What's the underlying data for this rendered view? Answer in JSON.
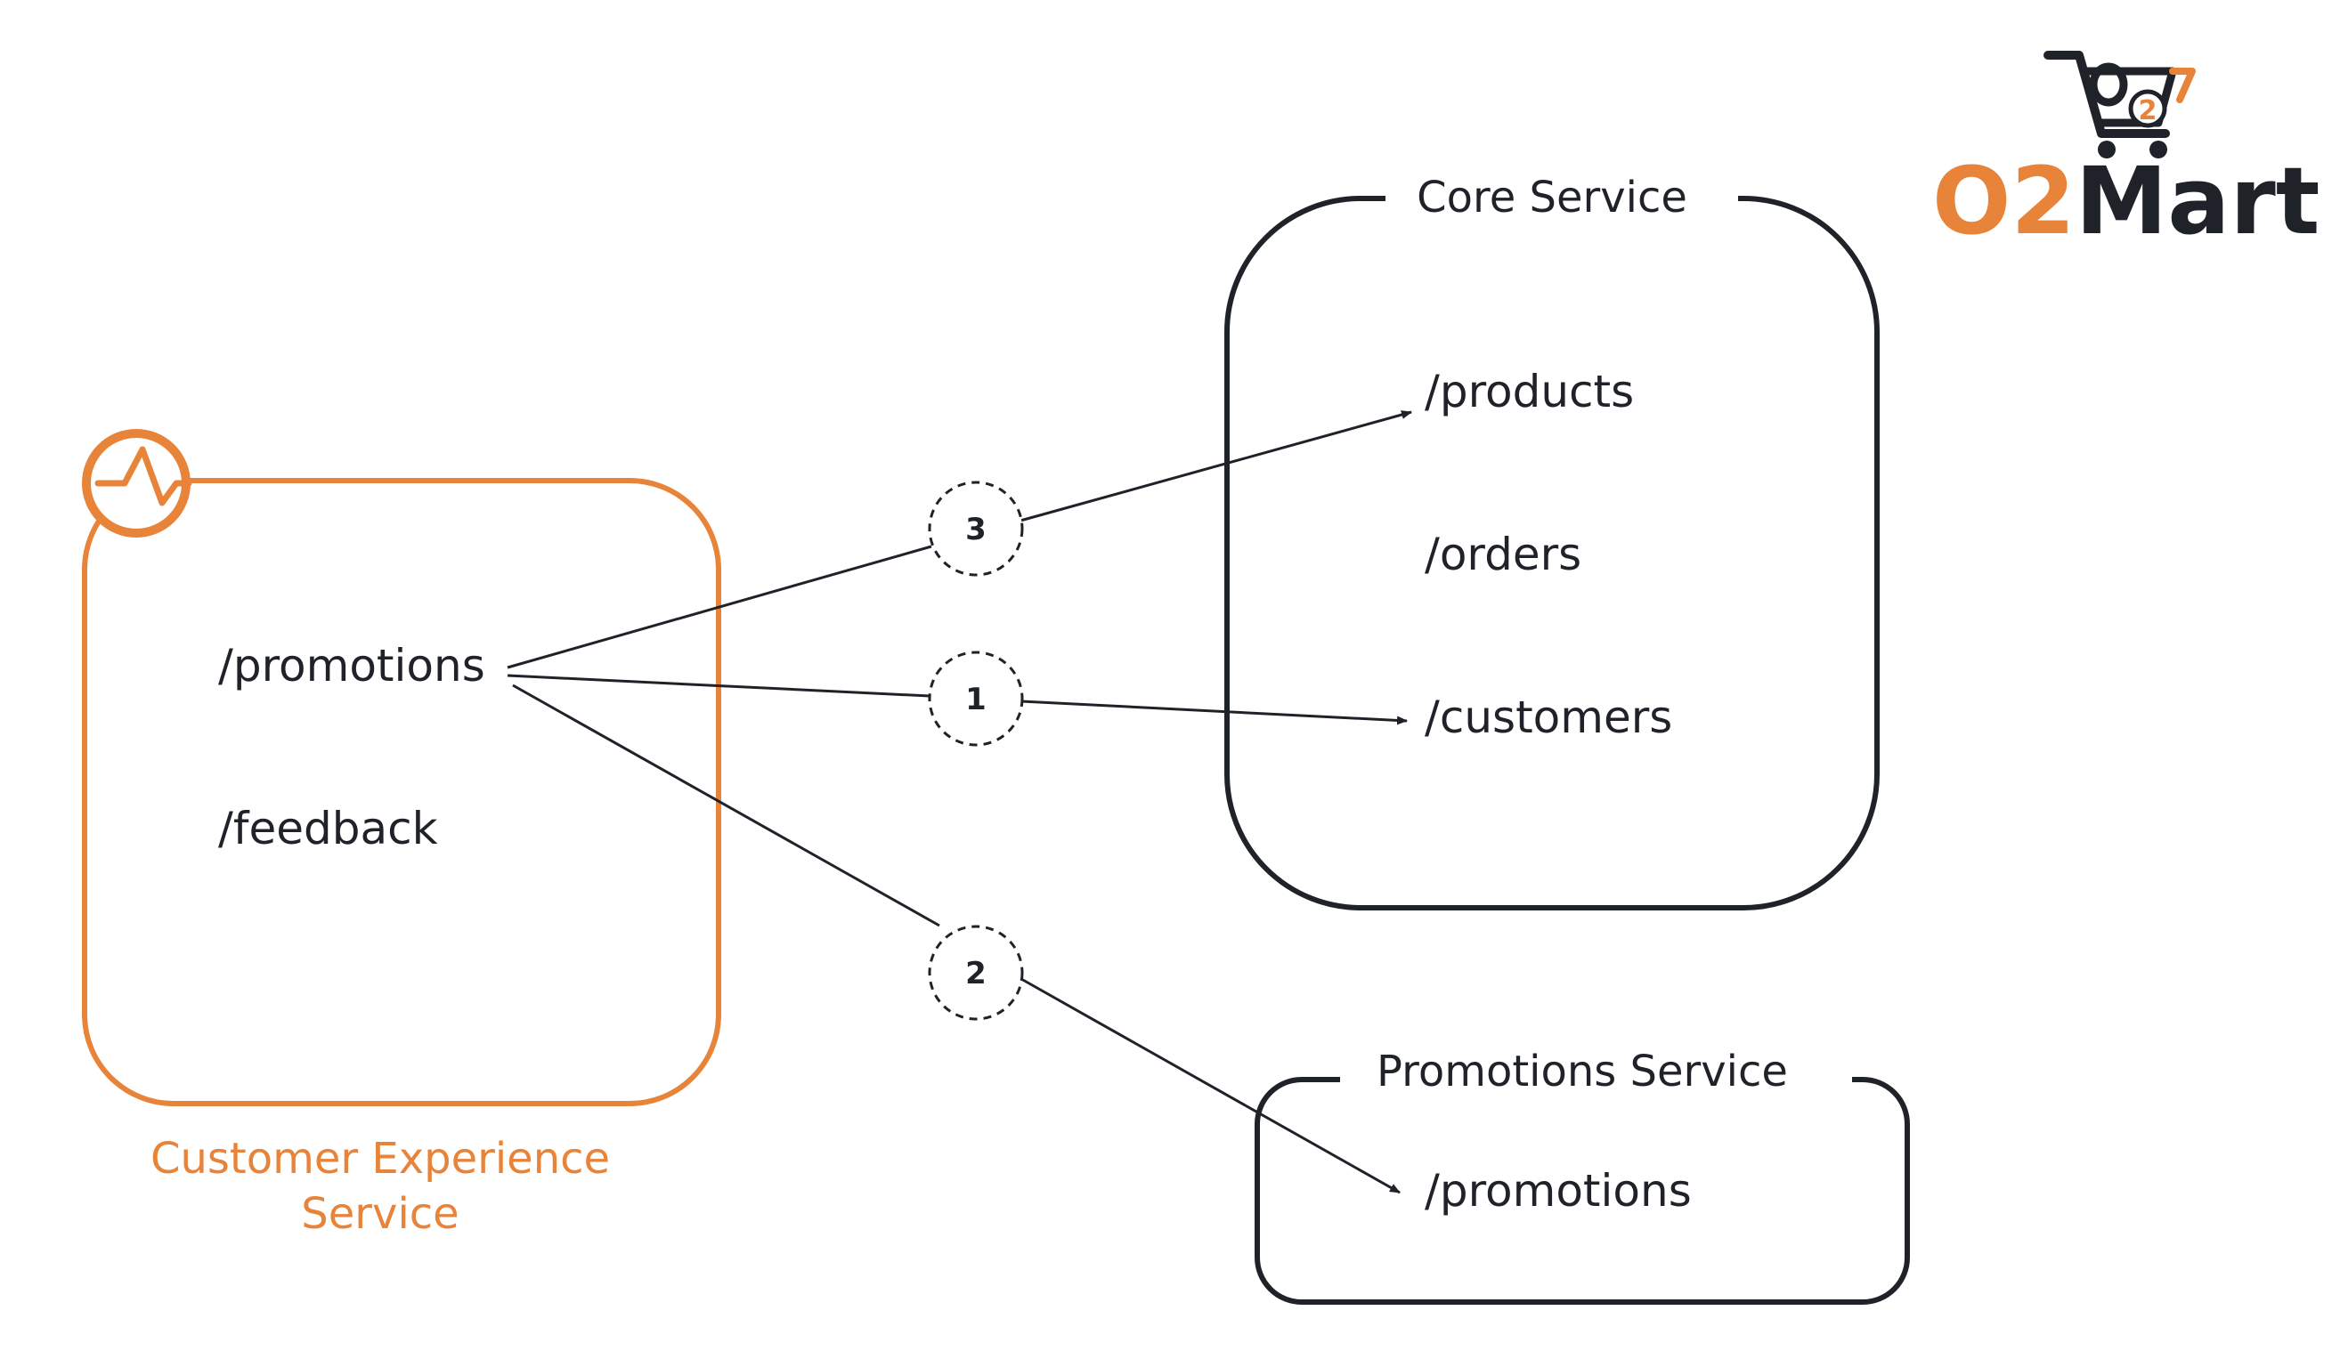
{
  "colors": {
    "accent": "#e8833a",
    "ink": "#1f2329",
    "background": "#ffffff"
  },
  "customer_experience_service": {
    "label_line1": "Customer Experience",
    "label_line2": "Service",
    "icon": "pulse-icon",
    "endpoints": [
      "/promotions",
      "/feedback"
    ]
  },
  "core_service": {
    "label": "Core Service",
    "endpoints": [
      "/products",
      "/orders",
      "/customers"
    ]
  },
  "promotions_service": {
    "label": "Promotions Service",
    "endpoints": [
      "/promotions"
    ]
  },
  "steps": [
    {
      "number": "1",
      "from": "customer_experience_service./promotions",
      "to": "core_service./customers"
    },
    {
      "number": "2",
      "from": "customer_experience_service./promotions",
      "to": "promotions_service./promotions"
    },
    {
      "number": "3",
      "from": "customer_experience_service./promotions",
      "to": "core_service./products"
    }
  ],
  "logo": {
    "icon": "shopping-cart-icon",
    "badge_text": "2",
    "text_part1": "O2",
    "text_part2": "Mart"
  }
}
